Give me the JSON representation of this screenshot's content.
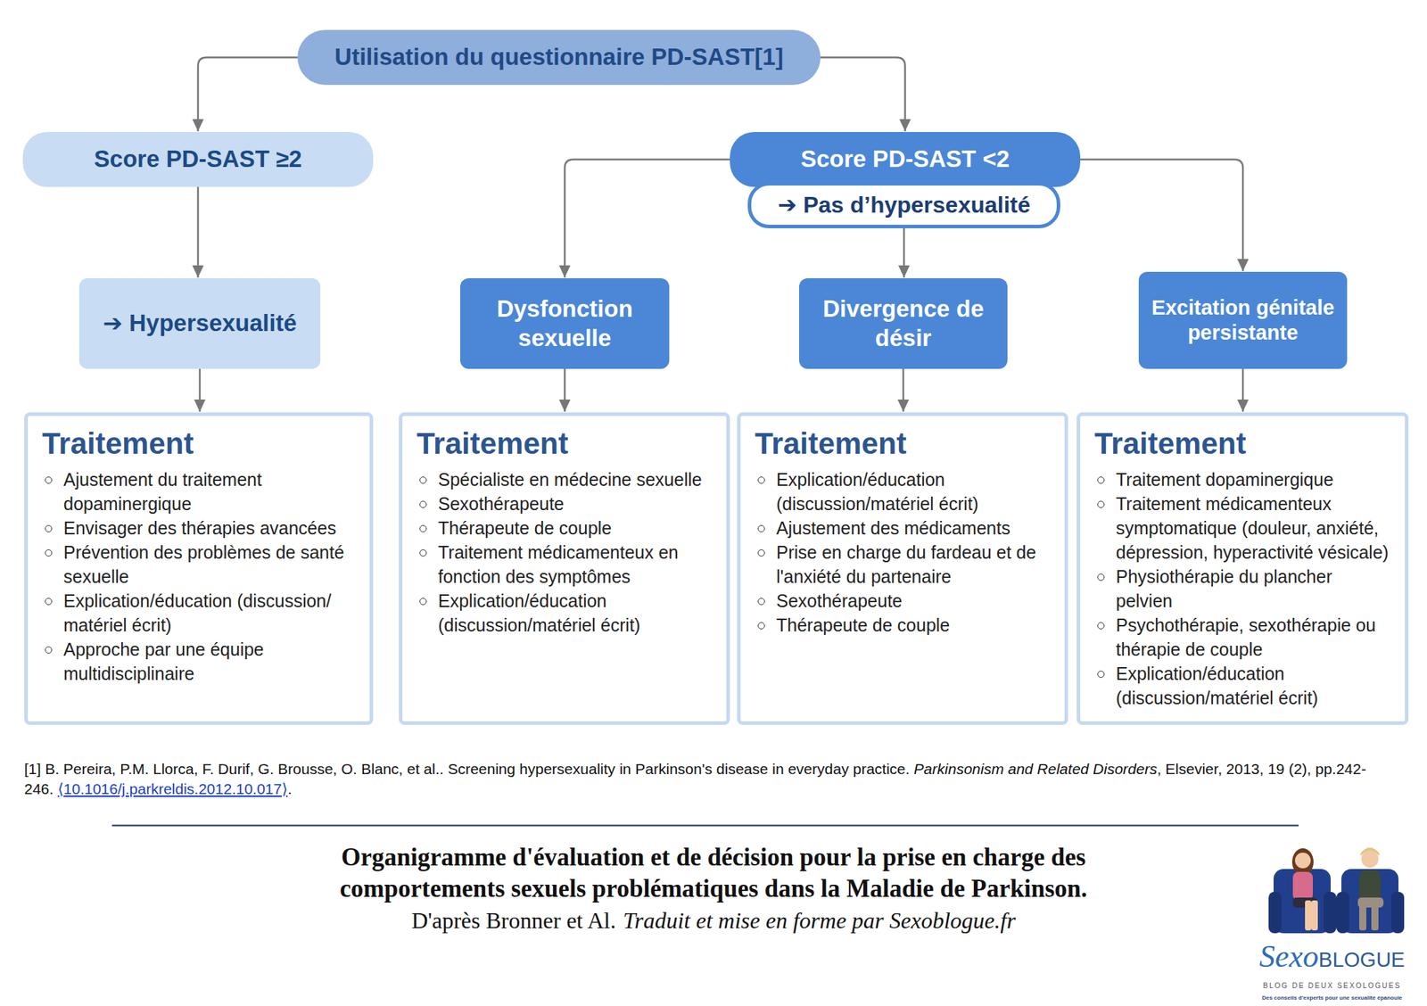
{
  "diagram": {
    "caption": "Organigramme d'évaluation et de décision pour la prise en charge des comportements sexuels problématiques dans la Maladie de Parkinson.",
    "nodes": [
      {
        "text": [
          "Utilisation du questionnaire PD-SAST[1]"
        ]
      },
      {
        "text": [
          "Score PD-SAST ≥2"
        ]
      },
      {
        "text": [
          "Score PD-SAST <2"
        ]
      },
      {
        "text": [
          "➔ Pas d’hypersexualité"
        ]
      },
      {
        "text": [
          "➔ Hypersexualité"
        ]
      },
      {
        "text": [
          "Dysfonction sexuelle"
        ]
      },
      {
        "text": [
          "Divergence de désir"
        ]
      },
      {
        "text": [
          "Excitation génitale persistante"
        ]
      },
      {
        "text": [
          "Traitement",
          "Ajustement du traitement dopaminergique",
          "Envisager des thérapies avancées",
          "Prévention des problèmes de santé sexuelle",
          "Explication/éducation (discussion/ matériel écrit)",
          "Approche par une équipe multidisciplinaire"
        ]
      },
      {
        "text": [
          "Traitement",
          "Spécialiste en médecine sexuelle",
          "Sexothérapeute",
          "Thérapeute de couple",
          "Traitement médicamenteux en fonction des symptômes",
          "Explication/éducation (discussion/matériel écrit)"
        ]
      },
      {
        "text": [
          "Traitement",
          "Explication/éducation (discussion/matériel écrit)",
          "Ajustement des médicaments",
          "Prise en charge du fardeau et de l'anxiété du partenaire",
          "Sexothérapeute",
          "Thérapeute de couple"
        ]
      },
      {
        "text": [
          "Traitement",
          "Traitement dopaminergique",
          "Traitement médicamenteux symptomatique (douleur, anxiété, dépression, hyperactivité vésicale)",
          "Physiothérapie du plancher pelvien",
          "Psychothérapie, sexothérapie ou thérapie de couple",
          "Explication/éducation (discussion/matériel écrit)"
        ]
      }
    ],
    "edges": [
      {
        "from": 0,
        "to": 1,
        "arrow": "to"
      },
      {
        "from": 0,
        "to": 2,
        "arrow": "to"
      },
      {
        "from": 1,
        "to": 4,
        "arrow": "to"
      },
      {
        "from": 2,
        "to": 5,
        "arrow": "to"
      },
      {
        "from": 3,
        "to": 6,
        "arrow": "to"
      },
      {
        "from": 2,
        "to": 7,
        "arrow": "to"
      },
      {
        "from": 4,
        "to": 8,
        "arrow": "to"
      },
      {
        "from": 5,
        "to": 9,
        "arrow": "to"
      },
      {
        "from": 6,
        "to": 10,
        "arrow": "to"
      },
      {
        "from": 7,
        "to": 11,
        "arrow": "to"
      }
    ],
    "labels": [
      "[1] B. Pereira, P.M. Llorca, F. Durif, G. Brousse, O. Blanc, et al.. Screening hypersexuality in Parkinson's disease in everyday practice.",
      "Parkinsonism and Related Disorders",
      ", Elsevier, 2013, 19 (2), pp.242-246.",
      "⟨10.1016/j.parkreldis.2012.10.017⟩",
      ".",
      "D'après Bronner et Al.",
      "Traduit et mise en forme par Sexoblogue.fr",
      "Sexo",
      "BLOGUE",
      "BLOG DE DEUX SEXOLOGUES",
      "Des conseils d'experts pour une sexualité épanouie"
    ]
  }
}
